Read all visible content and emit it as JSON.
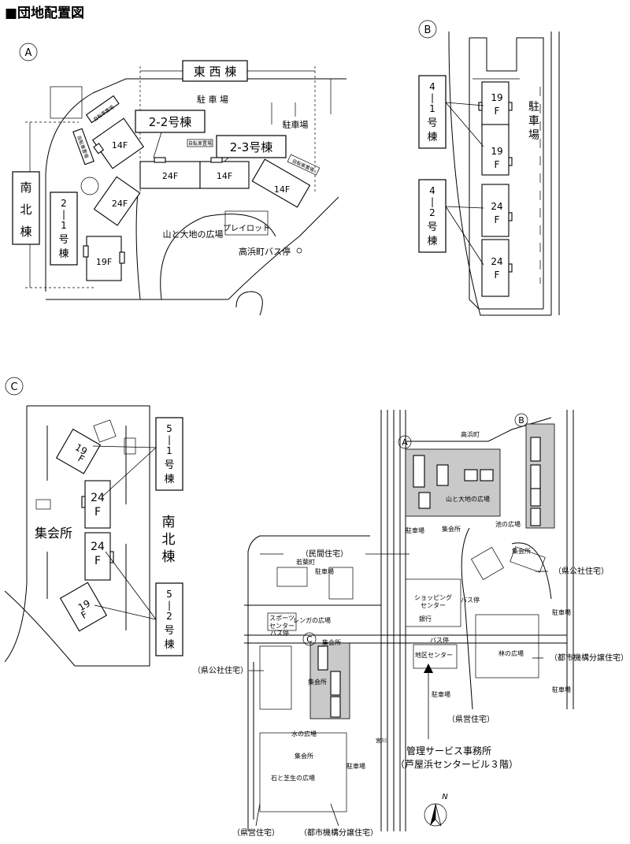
{
  "title": "■団地配置図",
  "panel_a": {
    "marker": "A",
    "east_west": "東 西 棟",
    "north_south": [
      "南",
      "北",
      "棟"
    ],
    "parking_top": "駐 車 場",
    "parking_right": "駐車場",
    "bike_park": "自転車置場",
    "bike_park_left": "自転車置場",
    "bldg_2_2": "2-2号棟",
    "bldg_2_3": "2-3号棟",
    "bldg_2_1": [
      "2",
      "|",
      "1",
      "号",
      "棟"
    ],
    "floors": [
      "14F",
      "24F",
      "24F",
      "14F",
      "14F",
      "19F"
    ],
    "plaza": "山と大地の広場",
    "play": "プレイロット",
    "bus": "高浜町バス停"
  },
  "panel_b": {
    "marker": "B",
    "bldg_4_1": [
      "4",
      "|",
      "1",
      "号",
      "棟"
    ],
    "bldg_4_2": [
      "4",
      "|",
      "2",
      "号",
      "棟"
    ],
    "floors": [
      [
        "19",
        "F"
      ],
      [
        "19",
        "F"
      ],
      [
        "24",
        "F"
      ],
      [
        "24",
        "F"
      ]
    ],
    "parking": [
      "駐",
      "車",
      "場"
    ]
  },
  "panel_c": {
    "marker": "C",
    "bldg_5_1": [
      "5",
      "|",
      "1",
      "号",
      "棟"
    ],
    "bldg_5_2": [
      "5",
      "|",
      "2",
      "号",
      "棟"
    ],
    "north_south": [
      "南",
      "北",
      "棟"
    ],
    "meeting": "集会所",
    "floors": [
      [
        "19",
        "F"
      ],
      [
        "24",
        "F"
      ],
      [
        "24",
        "F"
      ],
      [
        "19",
        "F"
      ]
    ]
  },
  "overview": {
    "marker_a": "A",
    "marker_b": "B",
    "marker_c": "C",
    "takahama": "高浜町",
    "wakaba": "若葉町",
    "private": "（民間住宅）",
    "prefectural_corp_right": "（県公社住宅）",
    "prefectural_corp_left": "（県公社住宅）",
    "urban_sale_right": "（都市機構分譲住宅）",
    "urban_sale_bottom": "（都市機構分譲住宅）",
    "prefectural": "（県営住宅）",
    "prefectural_bottom": "（県営住宅）",
    "shopping": [
      "ショッピング",
      "センター"
    ],
    "bank": "銀行",
    "bus_stop": "バス停",
    "bus_stop_2": "バス停",
    "bus_stop_3": "バス停",
    "district_center": "地区センター",
    "sports_center": [
      "スポーツ",
      "センター"
    ],
    "renga": "レンガの広場",
    "yama": "山と大地の広場",
    "ike": "池の広場",
    "hayashi": "林の広場",
    "mizu": "水の広場",
    "ishi": "石と芝生の広場",
    "meeting_labels": [
      "集会所",
      "集会所",
      "集会所",
      "集会所",
      "集会所"
    ],
    "parking_labels": [
      "駐車場",
      "駐車場",
      "駐車場",
      "駐車場",
      "駐車場",
      "駐車場"
    ],
    "miyagawa": "宮川",
    "office": "管理サービス事務所",
    "office_sub": "（芦屋浜センタービル３階）",
    "north": "N"
  }
}
